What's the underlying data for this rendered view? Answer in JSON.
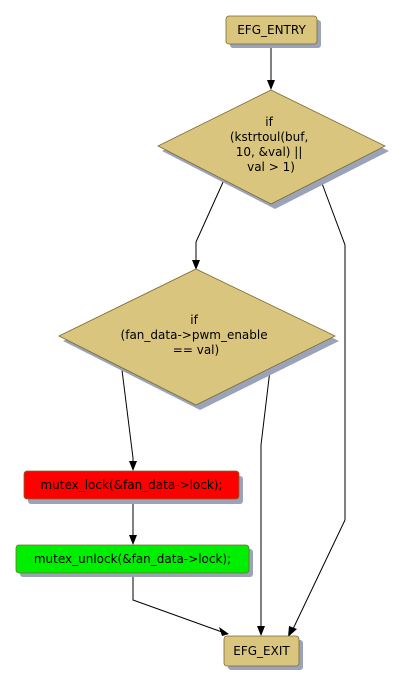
{
  "diagram": {
    "colors": {
      "decision_fill": "#d9c57e",
      "terminal_fill": "#d9c57e",
      "lock_fill": "#ff0000",
      "unlock_fill": "#00ee00",
      "shadow": "#9aa3b8",
      "edge": "#000000"
    },
    "nodes": {
      "entry": {
        "label": "EFG_ENTRY"
      },
      "decision1": {
        "lines": [
          "if",
          "(kstrtoul(buf,",
          "10, &val) ||",
          "val > 1)"
        ]
      },
      "decision2": {
        "lines": [
          "if",
          "(fan_data->pwm_enable",
          "== val)"
        ]
      },
      "lock": {
        "label": "mutex_lock(&fan_data->lock);"
      },
      "unlock": {
        "label": "mutex_unlock(&fan_data->lock);"
      },
      "exit": {
        "label": "EFG_EXIT"
      }
    }
  }
}
